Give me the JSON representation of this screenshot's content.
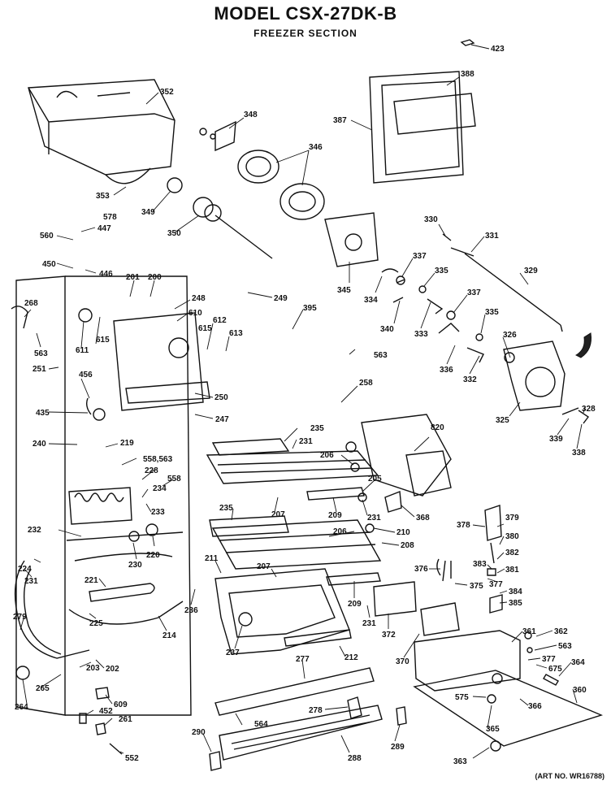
{
  "title": "MODEL CSX-27DK-B",
  "subtitle": "FREEZER SECTION",
  "art_number": "(ART NO. WR16788)",
  "callouts": [
    {
      "id": "423"
    },
    {
      "id": "352"
    },
    {
      "id": "348"
    },
    {
      "id": "388"
    },
    {
      "id": "387"
    },
    {
      "id": "346"
    },
    {
      "id": "353"
    },
    {
      "id": "349"
    },
    {
      "id": "350"
    },
    {
      "id": "578"
    },
    {
      "id": "447"
    },
    {
      "id": "560"
    },
    {
      "id": "450"
    },
    {
      "id": "446"
    },
    {
      "id": "201"
    },
    {
      "id": "200"
    },
    {
      "id": "249"
    },
    {
      "id": "330"
    },
    {
      "id": "331"
    },
    {
      "id": "329"
    },
    {
      "id": "345"
    },
    {
      "id": "334"
    },
    {
      "id": "337a",
      "text": "337"
    },
    {
      "id": "335a",
      "text": "335"
    },
    {
      "id": "340"
    },
    {
      "id": "333"
    },
    {
      "id": "337b",
      "text": "337"
    },
    {
      "id": "335b",
      "text": "335"
    },
    {
      "id": "326"
    },
    {
      "id": "336"
    },
    {
      "id": "332"
    },
    {
      "id": "268"
    },
    {
      "id": "563a",
      "text": "563"
    },
    {
      "id": "248"
    },
    {
      "id": "610"
    },
    {
      "id": "612"
    },
    {
      "id": "613"
    },
    {
      "id": "615a",
      "text": "615"
    },
    {
      "id": "615b",
      "text": "615"
    },
    {
      "id": "611"
    },
    {
      "id": "395"
    },
    {
      "id": "563b",
      "text": "563"
    },
    {
      "id": "251"
    },
    {
      "id": "456"
    },
    {
      "id": "258"
    },
    {
      "id": "250"
    },
    {
      "id": "435"
    },
    {
      "id": "247"
    },
    {
      "id": "325"
    },
    {
      "id": "328"
    },
    {
      "id": "339"
    },
    {
      "id": "338"
    },
    {
      "id": "820"
    },
    {
      "id": "235a",
      "text": "235"
    },
    {
      "id": "231a",
      "text": "231"
    },
    {
      "id": "240"
    },
    {
      "id": "219"
    },
    {
      "id": "558_563",
      "text": "558,563"
    },
    {
      "id": "228"
    },
    {
      "id": "558"
    },
    {
      "id": "206a",
      "text": "206"
    },
    {
      "id": "205"
    },
    {
      "id": "234"
    },
    {
      "id": "233"
    },
    {
      "id": "207a",
      "text": "207"
    },
    {
      "id": "209a",
      "text": "209"
    },
    {
      "id": "231b",
      "text": "231"
    },
    {
      "id": "368"
    },
    {
      "id": "378"
    },
    {
      "id": "379"
    },
    {
      "id": "235b",
      "text": "235"
    },
    {
      "id": "232"
    },
    {
      "id": "206b",
      "text": "206"
    },
    {
      "id": "210"
    },
    {
      "id": "380"
    },
    {
      "id": "208"
    },
    {
      "id": "382"
    },
    {
      "id": "220"
    },
    {
      "id": "230"
    },
    {
      "id": "211"
    },
    {
      "id": "207b",
      "text": "207"
    },
    {
      "id": "376"
    },
    {
      "id": "383"
    },
    {
      "id": "381"
    },
    {
      "id": "231c",
      "text": "231"
    },
    {
      "id": "224"
    },
    {
      "id": "221"
    },
    {
      "id": "375"
    },
    {
      "id": "377"
    },
    {
      "id": "209b",
      "text": "209"
    },
    {
      "id": "384"
    },
    {
      "id": "385"
    },
    {
      "id": "236"
    },
    {
      "id": "279"
    },
    {
      "id": "225"
    },
    {
      "id": "214"
    },
    {
      "id": "231d",
      "text": "231"
    },
    {
      "id": "372"
    },
    {
      "id": "237"
    },
    {
      "id": "370"
    },
    {
      "id": "361"
    },
    {
      "id": "362"
    },
    {
      "id": "563c",
      "text": "563"
    },
    {
      "id": "377b",
      "text": "377"
    },
    {
      "id": "212"
    },
    {
      "id": "675"
    },
    {
      "id": "364"
    },
    {
      "id": "203"
    },
    {
      "id": "202"
    },
    {
      "id": "277"
    },
    {
      "id": "360"
    },
    {
      "id": "264"
    },
    {
      "id": "265"
    },
    {
      "id": "609"
    },
    {
      "id": "575"
    },
    {
      "id": "366"
    },
    {
      "id": "452"
    },
    {
      "id": "261"
    },
    {
      "id": "278"
    },
    {
      "id": "564"
    },
    {
      "id": "365"
    },
    {
      "id": "290"
    },
    {
      "id": "289"
    },
    {
      "id": "552"
    },
    {
      "id": "288"
    },
    {
      "id": "363"
    }
  ]
}
